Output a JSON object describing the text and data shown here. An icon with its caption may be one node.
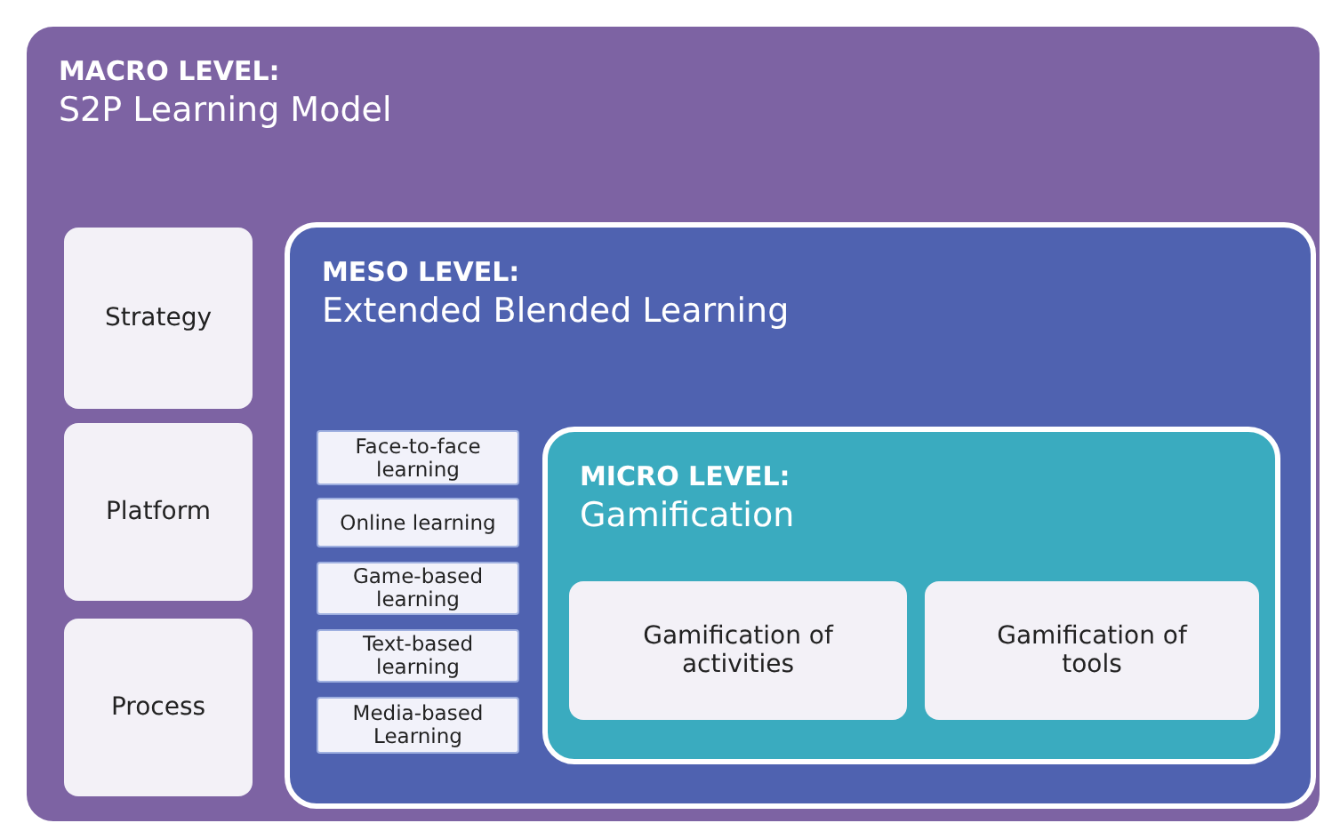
{
  "diagram": {
    "nodes": [
      {
        "text": [
          "MACRO LEVEL:",
          "S2P Learning Model"
        ]
      },
      {
        "text": [
          "Strategy"
        ],
        "in": 0
      },
      {
        "text": [
          "Platform"
        ],
        "in": 0
      },
      {
        "text": [
          "Process"
        ],
        "in": 0
      },
      {
        "text": [
          "MESO LEVEL:",
          "Extended Blended Learning"
        ],
        "in": 0
      },
      {
        "text": [
          "Face-to-face learning"
        ],
        "in": 4
      },
      {
        "text": [
          "Online learning"
        ],
        "in": 4
      },
      {
        "text": [
          "Game-based learning"
        ],
        "in": 4
      },
      {
        "text": [
          "Text-based learning"
        ],
        "in": 4
      },
      {
        "text": [
          "Media-based Learning"
        ],
        "in": 4
      },
      {
        "text": [
          "MICRO LEVEL:",
          "Gamification"
        ],
        "in": 4
      },
      {
        "text": [
          "Gamification of activities"
        ],
        "in": 10
      },
      {
        "text": [
          "Gamification of tools"
        ],
        "in": 10
      }
    ],
    "edges": []
  }
}
